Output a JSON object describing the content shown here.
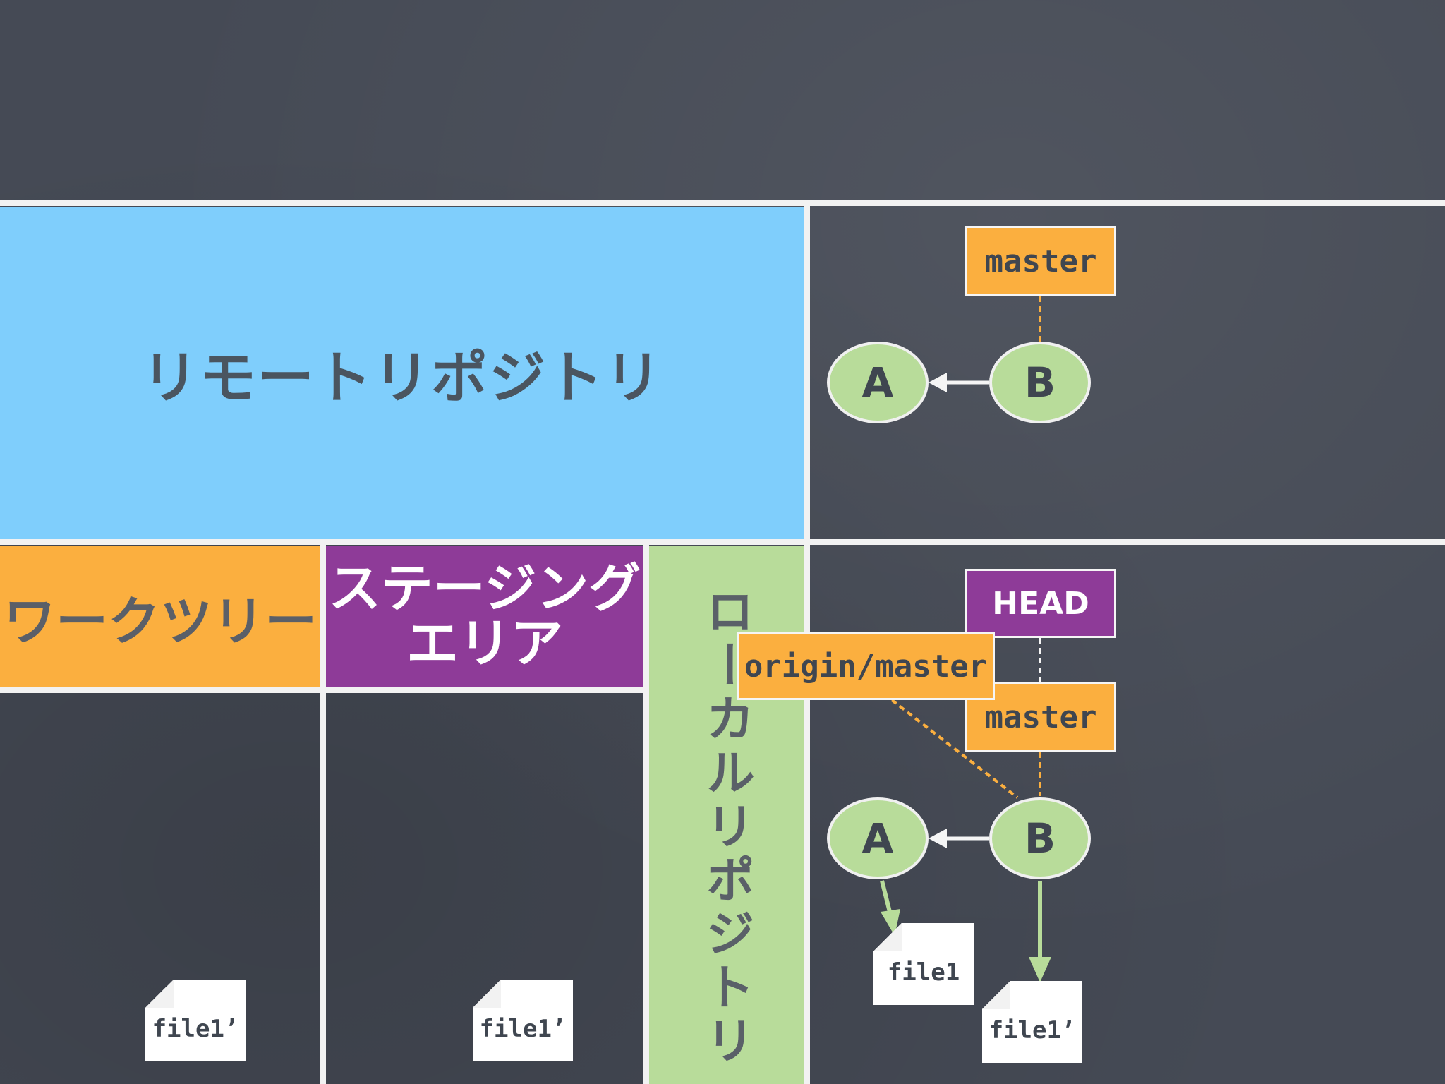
{
  "remote": {
    "title": "リモートリポジトリ"
  },
  "work_tree": {
    "title": "ワークツリー",
    "file": "file1’"
  },
  "staging": {
    "title_line1": "ステージング",
    "title_line2": "エリア",
    "file": "file1’"
  },
  "local": {
    "title": "ローカルリポジトリ"
  },
  "remote_graph": {
    "branch": "master",
    "commits": [
      "A",
      "B"
    ]
  },
  "local_graph": {
    "head": "HEAD",
    "remote_branch": "origin/master",
    "branch": "master",
    "commits": [
      "A",
      "B"
    ],
    "files": [
      "file1",
      "file1’"
    ]
  },
  "colors": {
    "board": "#454a55",
    "remote": "#7fcefc",
    "work": "#fbaf3f",
    "staging": "#8e3b98",
    "local": "#b8dc9a",
    "node": "#b8dc9a"
  }
}
